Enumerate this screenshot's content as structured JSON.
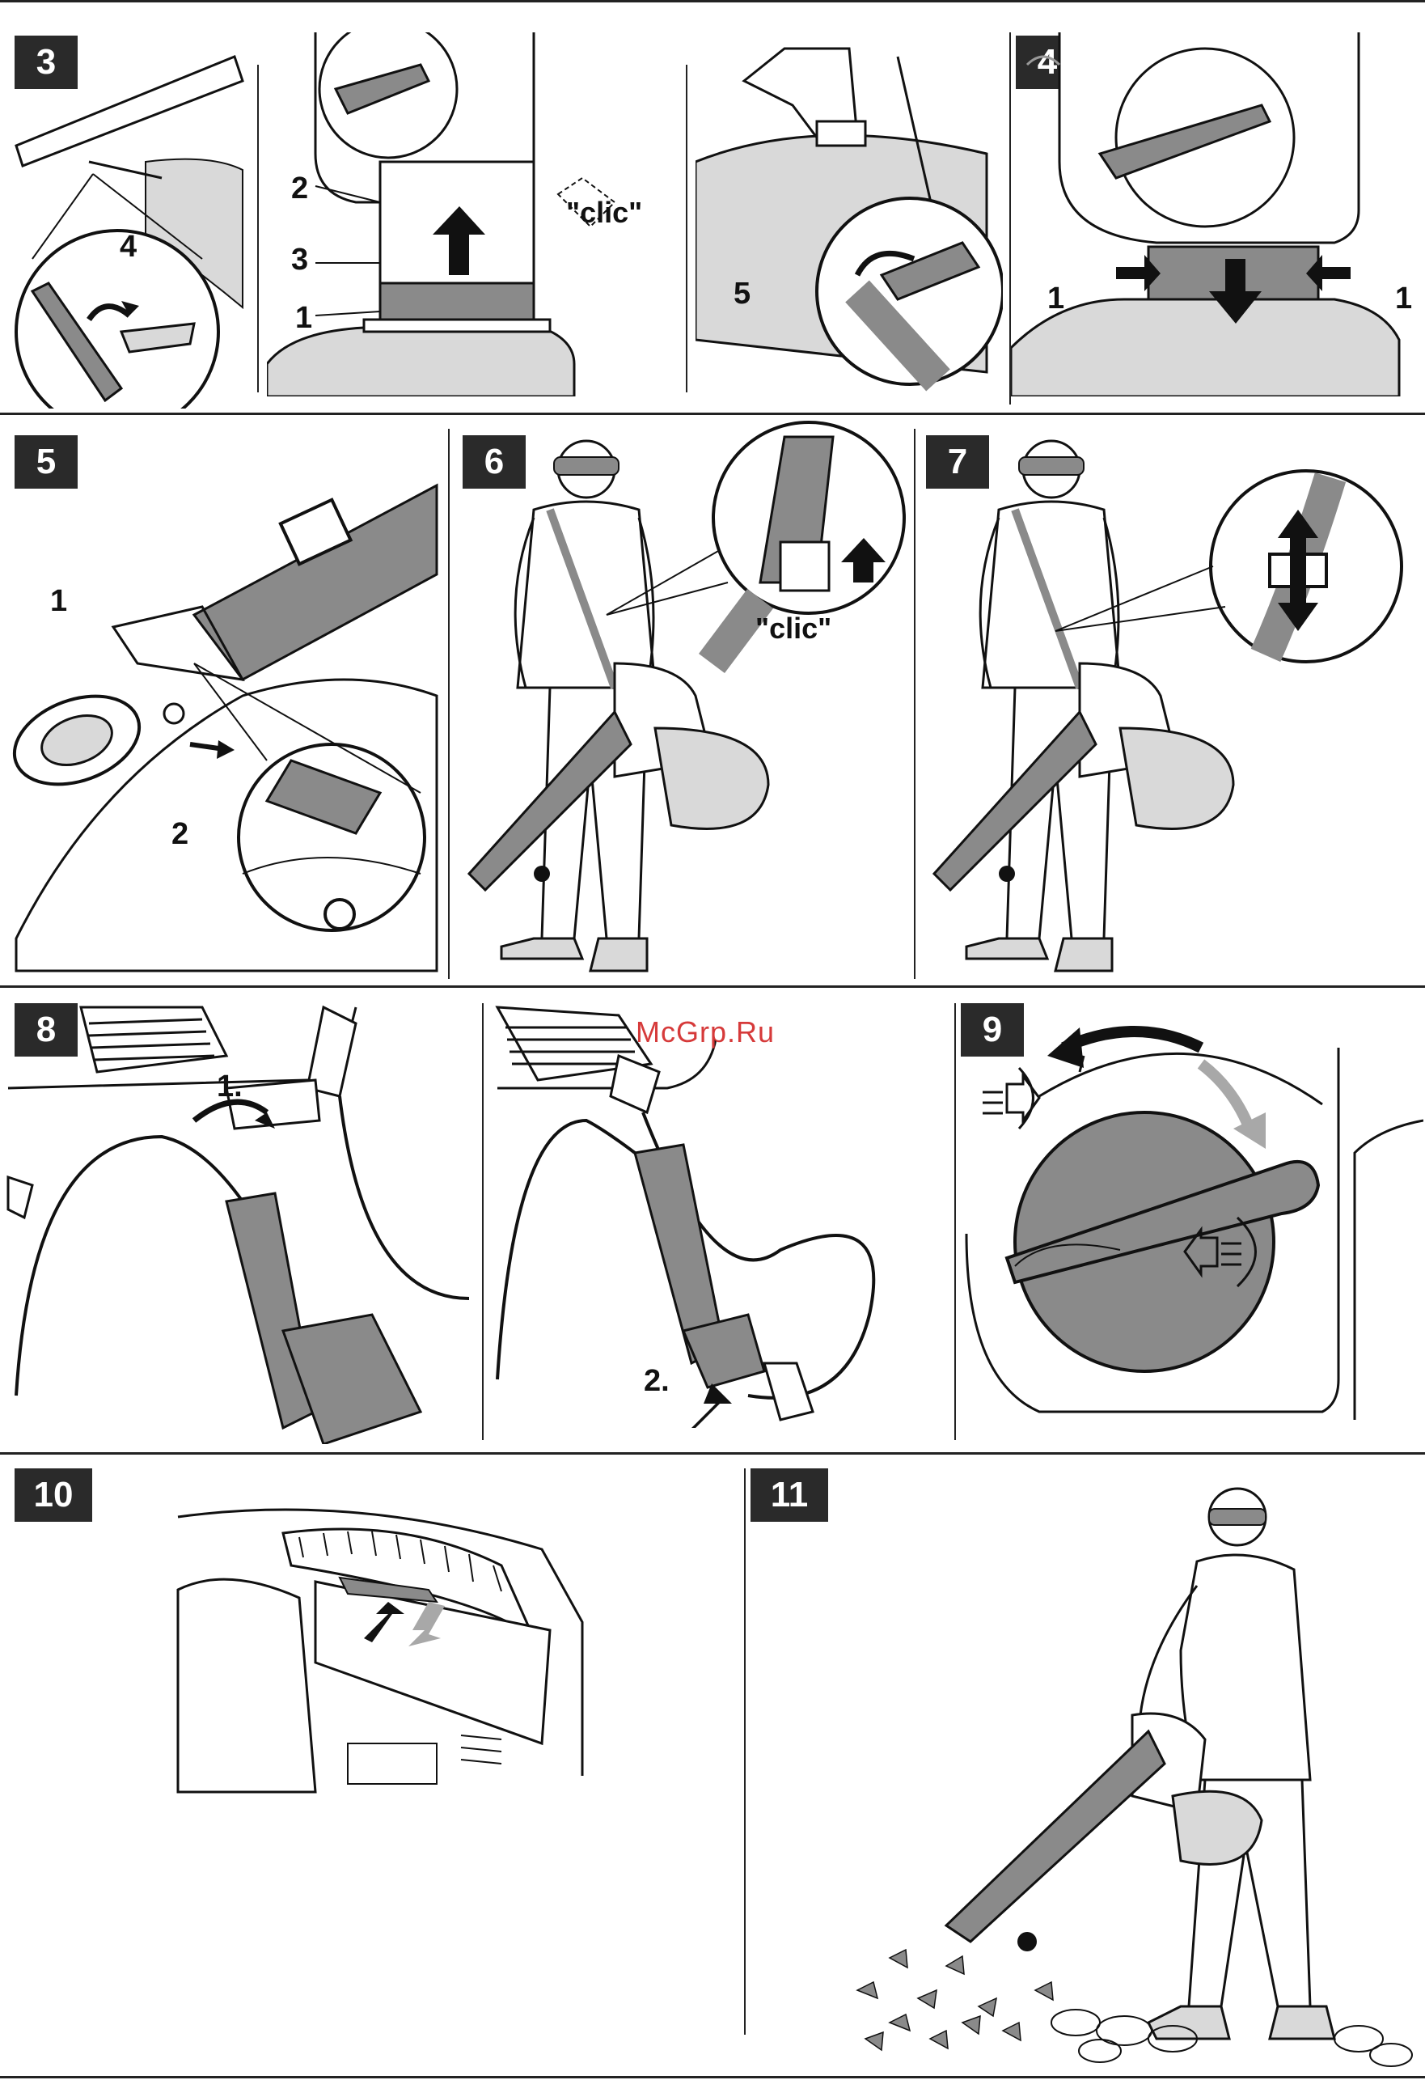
{
  "panels": [
    {
      "number": "3"
    },
    {
      "number": "4"
    },
    {
      "number": "5"
    },
    {
      "number": "6"
    },
    {
      "number": "7"
    },
    {
      "number": "8"
    },
    {
      "number": "9"
    },
    {
      "number": "10"
    },
    {
      "number": "11"
    }
  ],
  "callouts": {
    "p3a_4": "4",
    "p3b_2": "2",
    "p3b_3": "3",
    "p3b_1": "1",
    "p3b_clic": "\"clic\"",
    "p3c_5": "5",
    "p4_1_left": "1",
    "p4_1_right": "1",
    "p5_1": "1",
    "p5_2": "2",
    "p6_clic": "\"clic\"",
    "p8_step1": "1.",
    "p8_step2": "2."
  },
  "watermark": "McGrp.Ru",
  "colors": {
    "ink": "#111111",
    "grey_fill": "#8a8a8a",
    "light_grey": "#d9d9d9",
    "arrow_grey": "#a8a8a8",
    "watermark": "#d63a3a"
  }
}
